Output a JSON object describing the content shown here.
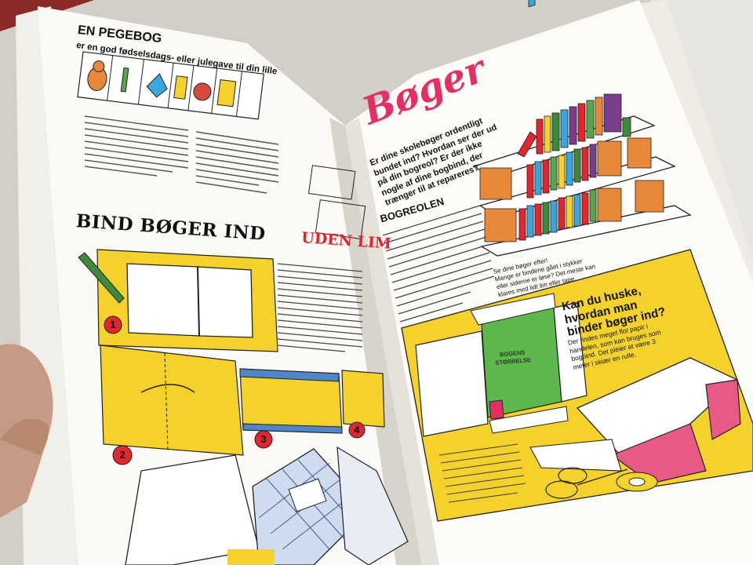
{
  "left_page": {
    "heading": "EN PEGEBOG",
    "subheading": "er en god fødselsdags- eller julegave til din lille",
    "section_title": "BIND BØGER IND",
    "section_title_accent": "UDEN LIM",
    "steps": [
      "1",
      "2",
      "3",
      "4"
    ]
  },
  "right_page": {
    "title": "Bøger",
    "intro": [
      "Er dine skolebøger ordentligt",
      "bundet ind? Hvordan ser der ud",
      "på din bogreol? Er der ikke",
      "nogle af dine bogbind, der",
      "trænger til at repareres?"
    ],
    "bogreolen_heading": "BOGREOLEN",
    "shelf_caption": [
      "Se dine bøger efter!",
      "Mange er bindene gået i stykker",
      "eller siderne er løse? Det meste kan",
      "klares med lidt lim eller tape."
    ],
    "callout_heading": [
      "Kan du huske,",
      "hvordan man",
      "binder bøger ind?"
    ],
    "callout_body": [
      "Der findes meget flot papir i",
      "handelen, som kan bruges som",
      "bogbind. Det pleier at være 3",
      "meter i skiær en rulle."
    ],
    "cover_label": [
      "BOGENS",
      "STØRRELSE"
    ]
  },
  "colors": {
    "yellow": "#f4d22b",
    "pink_title": "#e52f62",
    "red_accent": "#e0262e",
    "green_cover": "#5cb84a"
  }
}
